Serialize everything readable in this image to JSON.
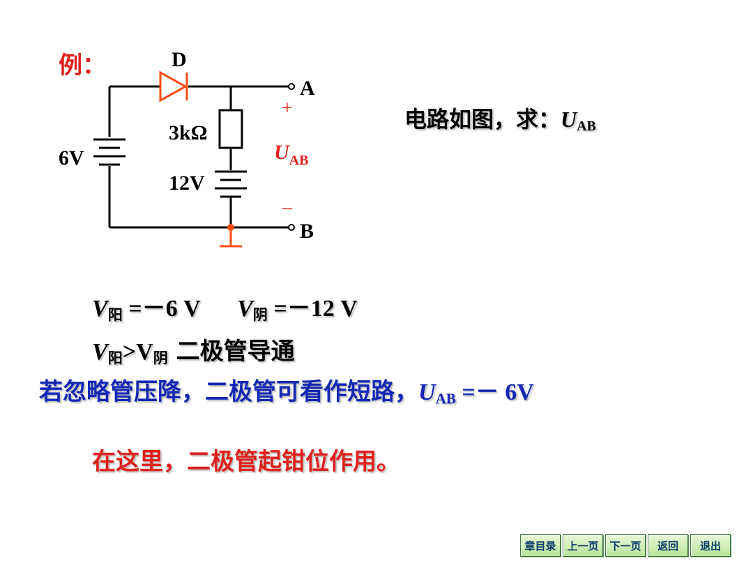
{
  "colors": {
    "label_red": "#e0201c",
    "wire": "#000000",
    "diode": "#ff4b14",
    "ground": "#ff4b14",
    "text_blue": "#1428b4",
    "text_red": "#e0201c",
    "nav_text": "#0a3a6a"
  },
  "example": {
    "label": "例",
    "colon": "："
  },
  "circuit": {
    "diode_label": "D",
    "source1_label": "6V",
    "resistor_label": "3kΩ",
    "source2_label": "12V",
    "terminal_a": "A",
    "terminal_b": "B",
    "plus_sign": "+",
    "minus_sign": "–",
    "voltage_u": "U",
    "voltage_sub": "AB"
  },
  "question": {
    "text": "电路如图，求：",
    "u": "U",
    "sub": "AB"
  },
  "line1": {
    "v_anode": "V",
    "anode_sub": "阳",
    "eq_anode": " =－6 V",
    "v_cathode": "V",
    "cathode_sub": "阴",
    "eq_cathode": " =－12 V"
  },
  "line2": {
    "v": "V",
    "sub1": "阳",
    "gt": ">V",
    "sub2": "阴",
    "text": " 二极管导通"
  },
  "line3": {
    "text": "若忽略管压降，二极管可看作短路，",
    "u": "U",
    "sub": "AB",
    "result": " =－ 6V"
  },
  "line4": {
    "text": "在这里，二极管起钳位作用。"
  },
  "nav": {
    "chapter": "章目录",
    "prev": "上一页",
    "next": "下一页",
    "back": "返回",
    "exit": "退出"
  }
}
